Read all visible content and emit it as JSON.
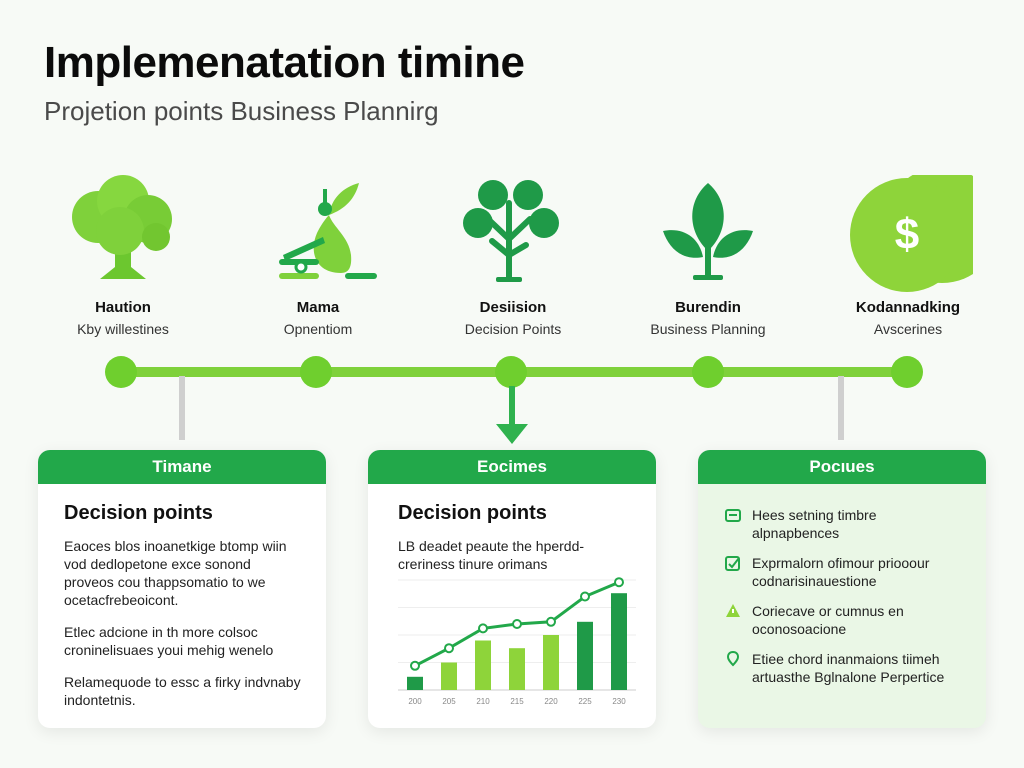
{
  "header": {
    "title": "Implemenatation timine",
    "subtitle": "Projetion points Business Plannirg"
  },
  "milestones": [
    {
      "title": "Haution",
      "subtitle": "Kby willestines",
      "icon": "tree-icon"
    },
    {
      "title": "Mama",
      "subtitle": "Opnentiom",
      "icon": "sprout-icon"
    },
    {
      "title": "Desiision",
      "subtitle": "Decision Points",
      "icon": "branch-icon"
    },
    {
      "title": "Burendin",
      "subtitle": "Business Planning",
      "icon": "leaf-icon"
    },
    {
      "title": "Kodannadking",
      "subtitle": "Avscerines",
      "icon": "dollar-coin-icon"
    }
  ],
  "cards": [
    {
      "header": "Timane",
      "title": "Decision points",
      "paragraphs": [
        "Eaoces blos inoanetkige btomp wiin vod dedlopetone exce sonond proveos cou thappsomatio to we ocetacfrebeoicont.",
        "Etlec adcione in th more colsoc croninelisuaes youi mehig wenelo",
        "Relamequode to essc a firky indvnaby indontetnis."
      ]
    },
    {
      "header": "Eocimes",
      "title": "Decision points",
      "description": "LB deadet peaute the hperdd-creriness tinure orimans",
      "chart_data": {
        "type": "bar",
        "categories": [
          "200",
          "205",
          "210",
          "215",
          "220",
          "225",
          "230"
        ],
        "series": [
          {
            "values": [
              12,
              25,
              45,
              38,
              50,
              62,
              88
            ]
          },
          {
            "values": [
              22,
              38,
              56,
              60,
              62,
              85,
              98
            ]
          }
        ],
        "ylim": [
          0,
          100
        ],
        "grid": true
      }
    },
    {
      "header": "Pocıues",
      "features": [
        {
          "text": "Hees setning timbre alpnapbences",
          "icon": "calendar-icon"
        },
        {
          "text": "Exprmalorn ofimour priooour codnarisinauestione",
          "icon": "check-icon"
        },
        {
          "text": "Coriecave or cumnus en oconosoacione",
          "icon": "warning-icon"
        },
        {
          "text": "Etiee chord inanmaions tiimeh artuasthe Bglnalone Perpertice",
          "icon": "location-pin-icon"
        }
      ]
    }
  ],
  "colors": {
    "primary_green": "#22a84a",
    "light_green": "#7fd13b",
    "lime_green": "#8ed43a",
    "dark_green": "#1f9a48"
  }
}
